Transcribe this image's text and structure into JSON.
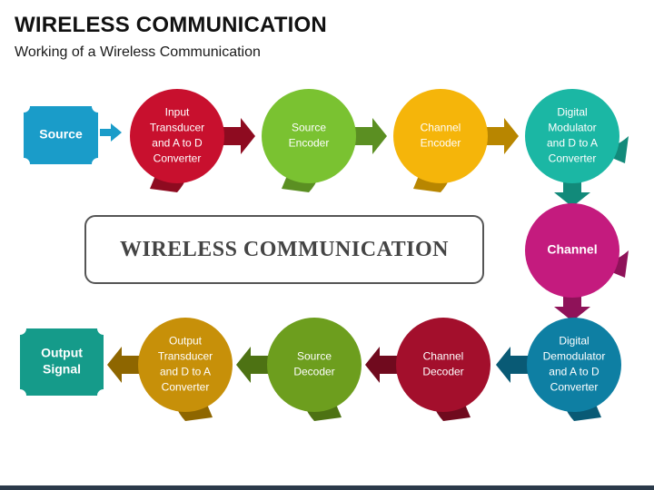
{
  "header": {
    "title": "WIRELESS COMMUNICATION",
    "subtitle": "Working of a Wireless Communication"
  },
  "center_box": {
    "text": "WIRELESS COMMUNICATION"
  },
  "source": {
    "lines": [
      "Source"
    ],
    "color": "#1a9cc9"
  },
  "top_row": [
    {
      "lines": [
        "Input",
        "Transducer",
        "and A to D",
        "Converter"
      ],
      "color": "#c8102e",
      "shade": "#8e0b20"
    },
    {
      "lines": [
        "Source",
        "Encoder"
      ],
      "color": "#7ac231",
      "shade": "#5b8f22"
    },
    {
      "lines": [
        "Channel",
        "Encoder"
      ],
      "color": "#f5b50a",
      "shade": "#b88600"
    },
    {
      "lines": [
        "Digital",
        "Modulator",
        "and D to A",
        "Converter"
      ],
      "color": "#1bb7a4",
      "shade": "#128a7a"
    }
  ],
  "channel": {
    "lines": [
      "Channel"
    ],
    "color": "#c41b7e",
    "shade": "#8f1259"
  },
  "bottom_row": [
    {
      "lines": [
        "Digital",
        "Demodulator",
        "and A to D",
        "Converter"
      ],
      "color": "#0e7fa3",
      "shade": "#095a75"
    },
    {
      "lines": [
        "Channel",
        "Decoder"
      ],
      "color": "#a30f2c",
      "shade": "#700a1e"
    },
    {
      "lines": [
        "Source",
        "Decoder"
      ],
      "color": "#6d9e1e",
      "shade": "#4d7213"
    },
    {
      "lines": [
        "Output",
        "Transducer",
        "and D to A",
        "Converter"
      ],
      "color": "#c79009",
      "shade": "#8e6600"
    }
  ],
  "output": {
    "lines": [
      "Output",
      "Signal"
    ],
    "color": "#159b8a"
  },
  "colors": {
    "connector_blue": "#1a9cc9",
    "text_dark": "#444444"
  }
}
